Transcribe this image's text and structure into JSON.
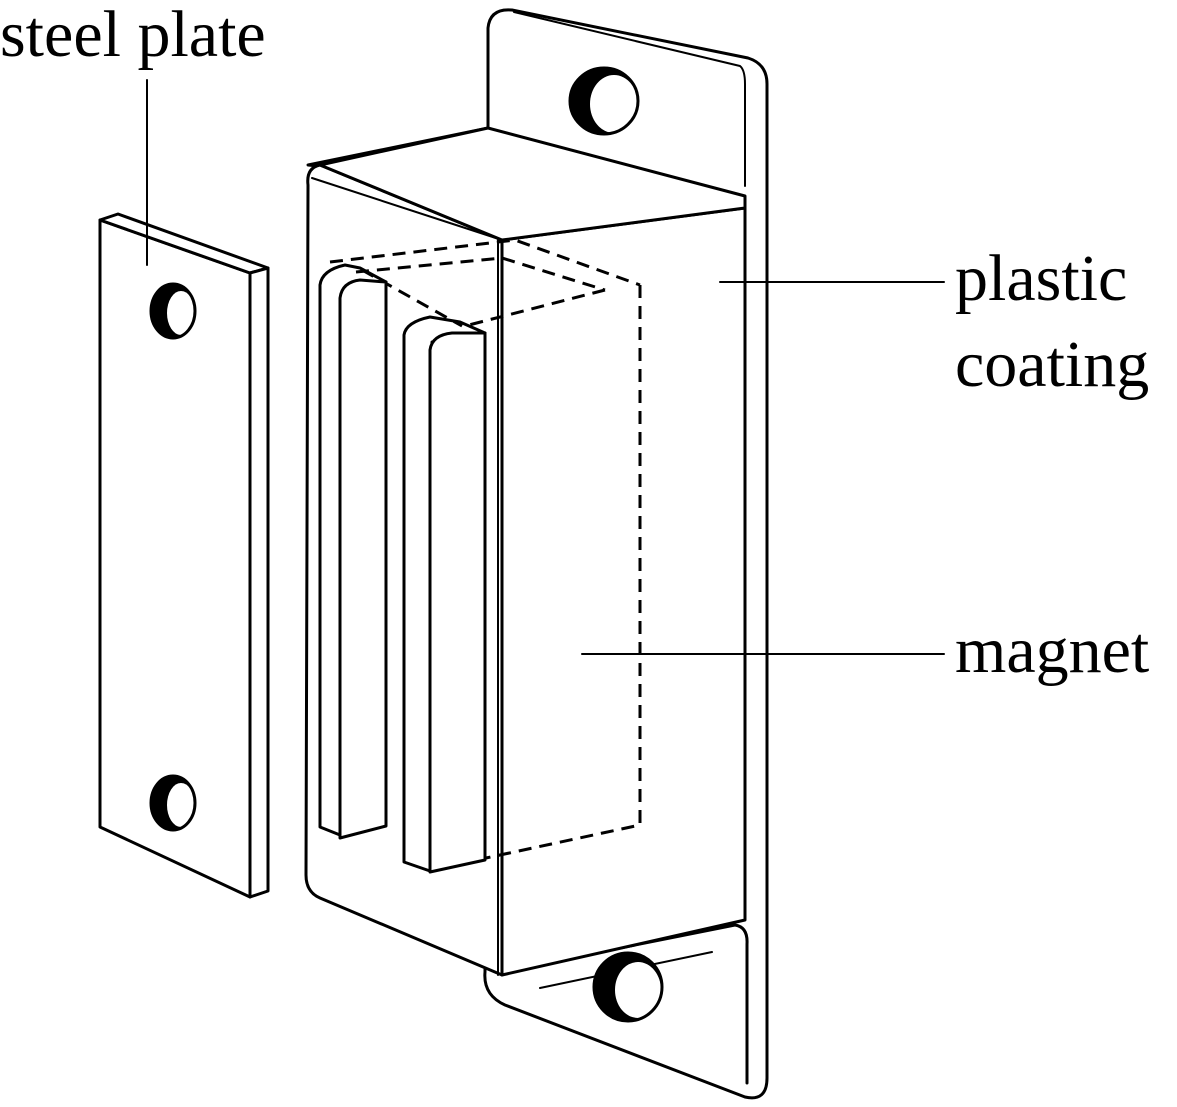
{
  "labels": {
    "steel_plate": "steel plate",
    "plastic_coating_line1": "plastic",
    "plastic_coating_line2": "coating",
    "magnet": "magnet"
  }
}
